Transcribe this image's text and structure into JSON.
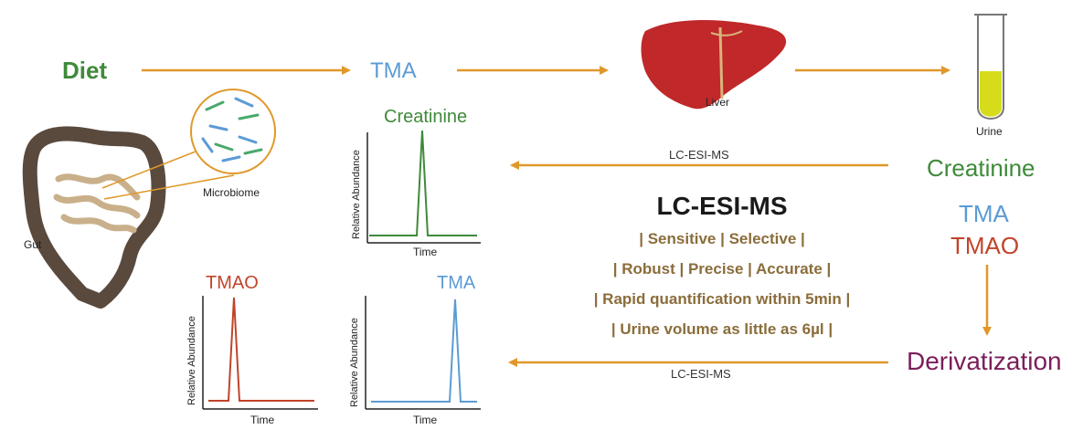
{
  "labels": {
    "diet": "Diet",
    "tma_top": "TMA",
    "liver": "Liver",
    "urine": "Urine",
    "gut": "Gut",
    "microbiome": "Microbiome",
    "lc_top": "LC-ESI-MS",
    "lc_bottom": "LC-ESI-MS",
    "creatinine_right": "Creatinine",
    "tma_right": "TMA",
    "tmao_right": "TMAO",
    "derivatization": "Derivatization"
  },
  "center": {
    "title": "LC-ESI-MS",
    "features": [
      "| Sensitive | Selective |",
      "| Robust | Precise | Accurate |",
      "| Rapid quantification within 5min |",
      "| Urine volume as little as 6µl |"
    ]
  },
  "charts": {
    "creatinine": {
      "title": "Creatinine",
      "ylabel": "Relative Abundance",
      "xlabel": "Time"
    },
    "tmao": {
      "title": "TMAO",
      "ylabel": "Relative Abundance",
      "xlabel": "Time"
    },
    "tma": {
      "title": "TMA",
      "ylabel": "Relative Abundance",
      "xlabel": "Time"
    }
  },
  "colors": {
    "arrow": "#e0982a",
    "green": "#3f8a3a",
    "blue": "#5b9bd5",
    "red": "#c0442a",
    "purple": "#7b1e5a",
    "liver": "#c0282a",
    "gut": "#5a4a3e",
    "feature_text": "#8a6d3b"
  }
}
